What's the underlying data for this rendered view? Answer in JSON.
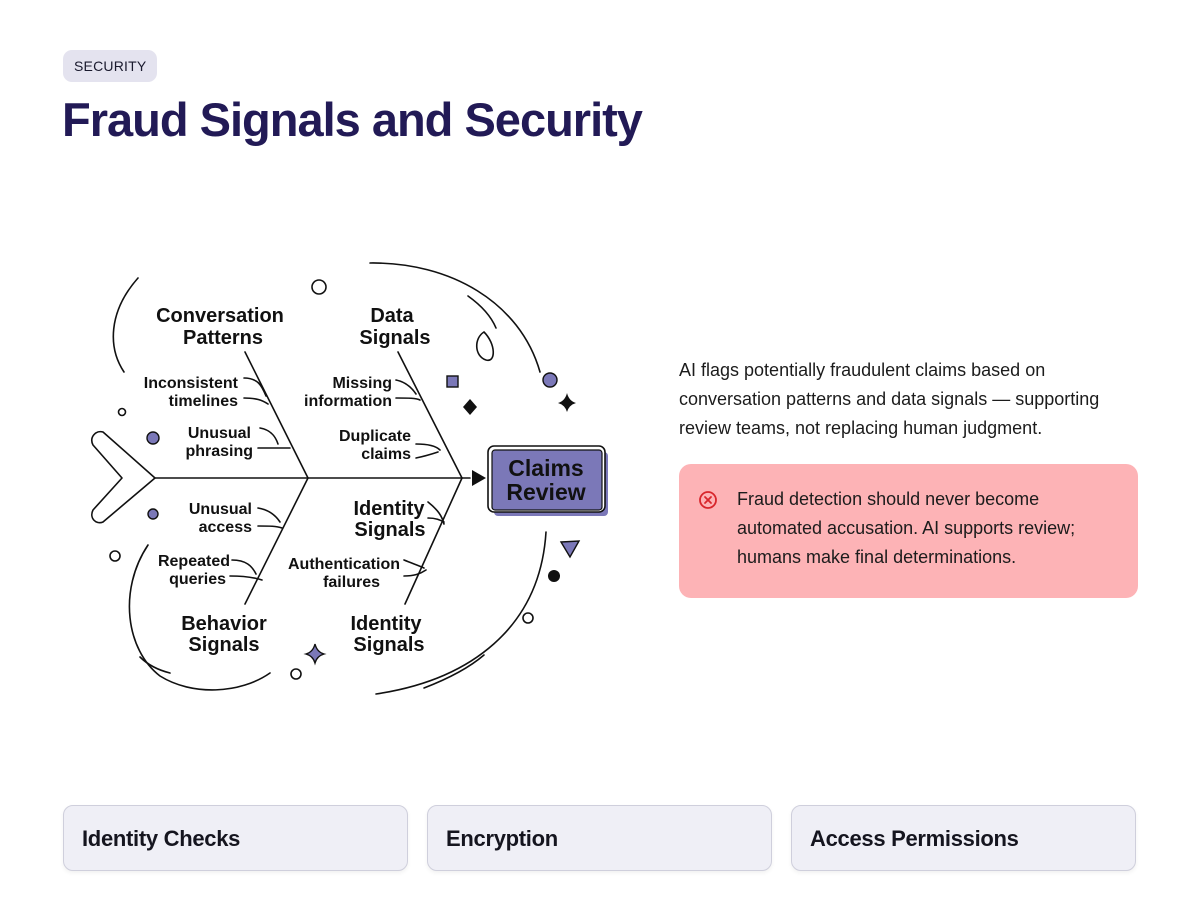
{
  "header": {
    "tag": "SECURITY",
    "title": "Fraud Signals and Security"
  },
  "diagram": {
    "head": {
      "line1": "Claims",
      "line2": "Review"
    },
    "categories": [
      {
        "line1": "Conversation",
        "line2": "Patterns"
      },
      {
        "line1": "Data",
        "line2": "Signals"
      },
      {
        "line1": "Behavior",
        "line2": "Signals"
      },
      {
        "line1": "Identity",
        "line2": "Signals"
      },
      {
        "line1": "Identity",
        "line2": "Signals"
      }
    ],
    "causes": {
      "inconsistent_timelines": {
        "line1": "Inconsistent",
        "line2": "timelines"
      },
      "unusual_phrasing": {
        "line1": "Unusual",
        "line2": "phrasing"
      },
      "missing_information": {
        "line1": "Missing",
        "line2": "information"
      },
      "duplicate_claims": {
        "line1": "Duplicate",
        "line2": "claims"
      },
      "unusual_access": {
        "line1": "Unusual",
        "line2": "access"
      },
      "repeated_queries": {
        "line1": "Repeated",
        "line2": "queries"
      },
      "authentication_failures": {
        "line1": "Authentication",
        "line2": "failures"
      }
    },
    "colors": {
      "accent": "#7b78b8",
      "stroke": "#111111"
    }
  },
  "content": {
    "lead": "AI flags potentially fraudulent claims based on conversation patterns and data signals — supporting review teams, not replacing human judgment.",
    "alert": {
      "icon": "error-circle-icon",
      "text": "Fraud detection should never become automated accusation. AI supports review; humans make final determinations.",
      "color": "#fdb3b6"
    }
  },
  "cards": [
    {
      "label": "Identity Checks"
    },
    {
      "label": "Encryption"
    },
    {
      "label": "Access Permissions"
    }
  ]
}
